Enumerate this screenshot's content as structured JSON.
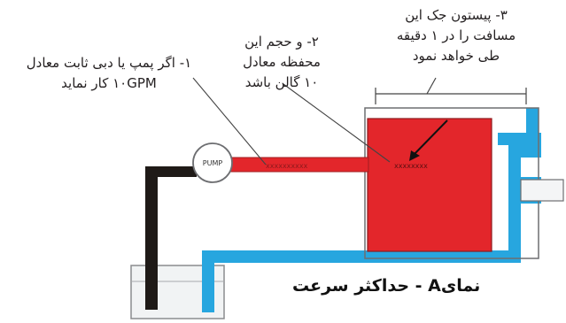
{
  "labels": {
    "note1": [
      "۱- اگر پمپ یا دبی ثابت معادل",
      "۱۰GPM کار نماید"
    ],
    "note2": [
      "۲- و حجم این",
      "محفظه معادل",
      "۱۰ گالن باشد"
    ],
    "note3": [
      "۳- پیستون جک این",
      "مسافت را در ۱ دقیقه",
      "طی خواهد نمود"
    ]
  },
  "components": {
    "pump": "PUMP",
    "pipe_text": "xxxxxxxxxx",
    "reservoir_text": "xxxxxxxx"
  },
  "caption": "نمایA - حداکثر سرعت",
  "colors": {
    "red": "#e3262b",
    "blue": "#27a6df",
    "black": "#1f1a17"
  }
}
